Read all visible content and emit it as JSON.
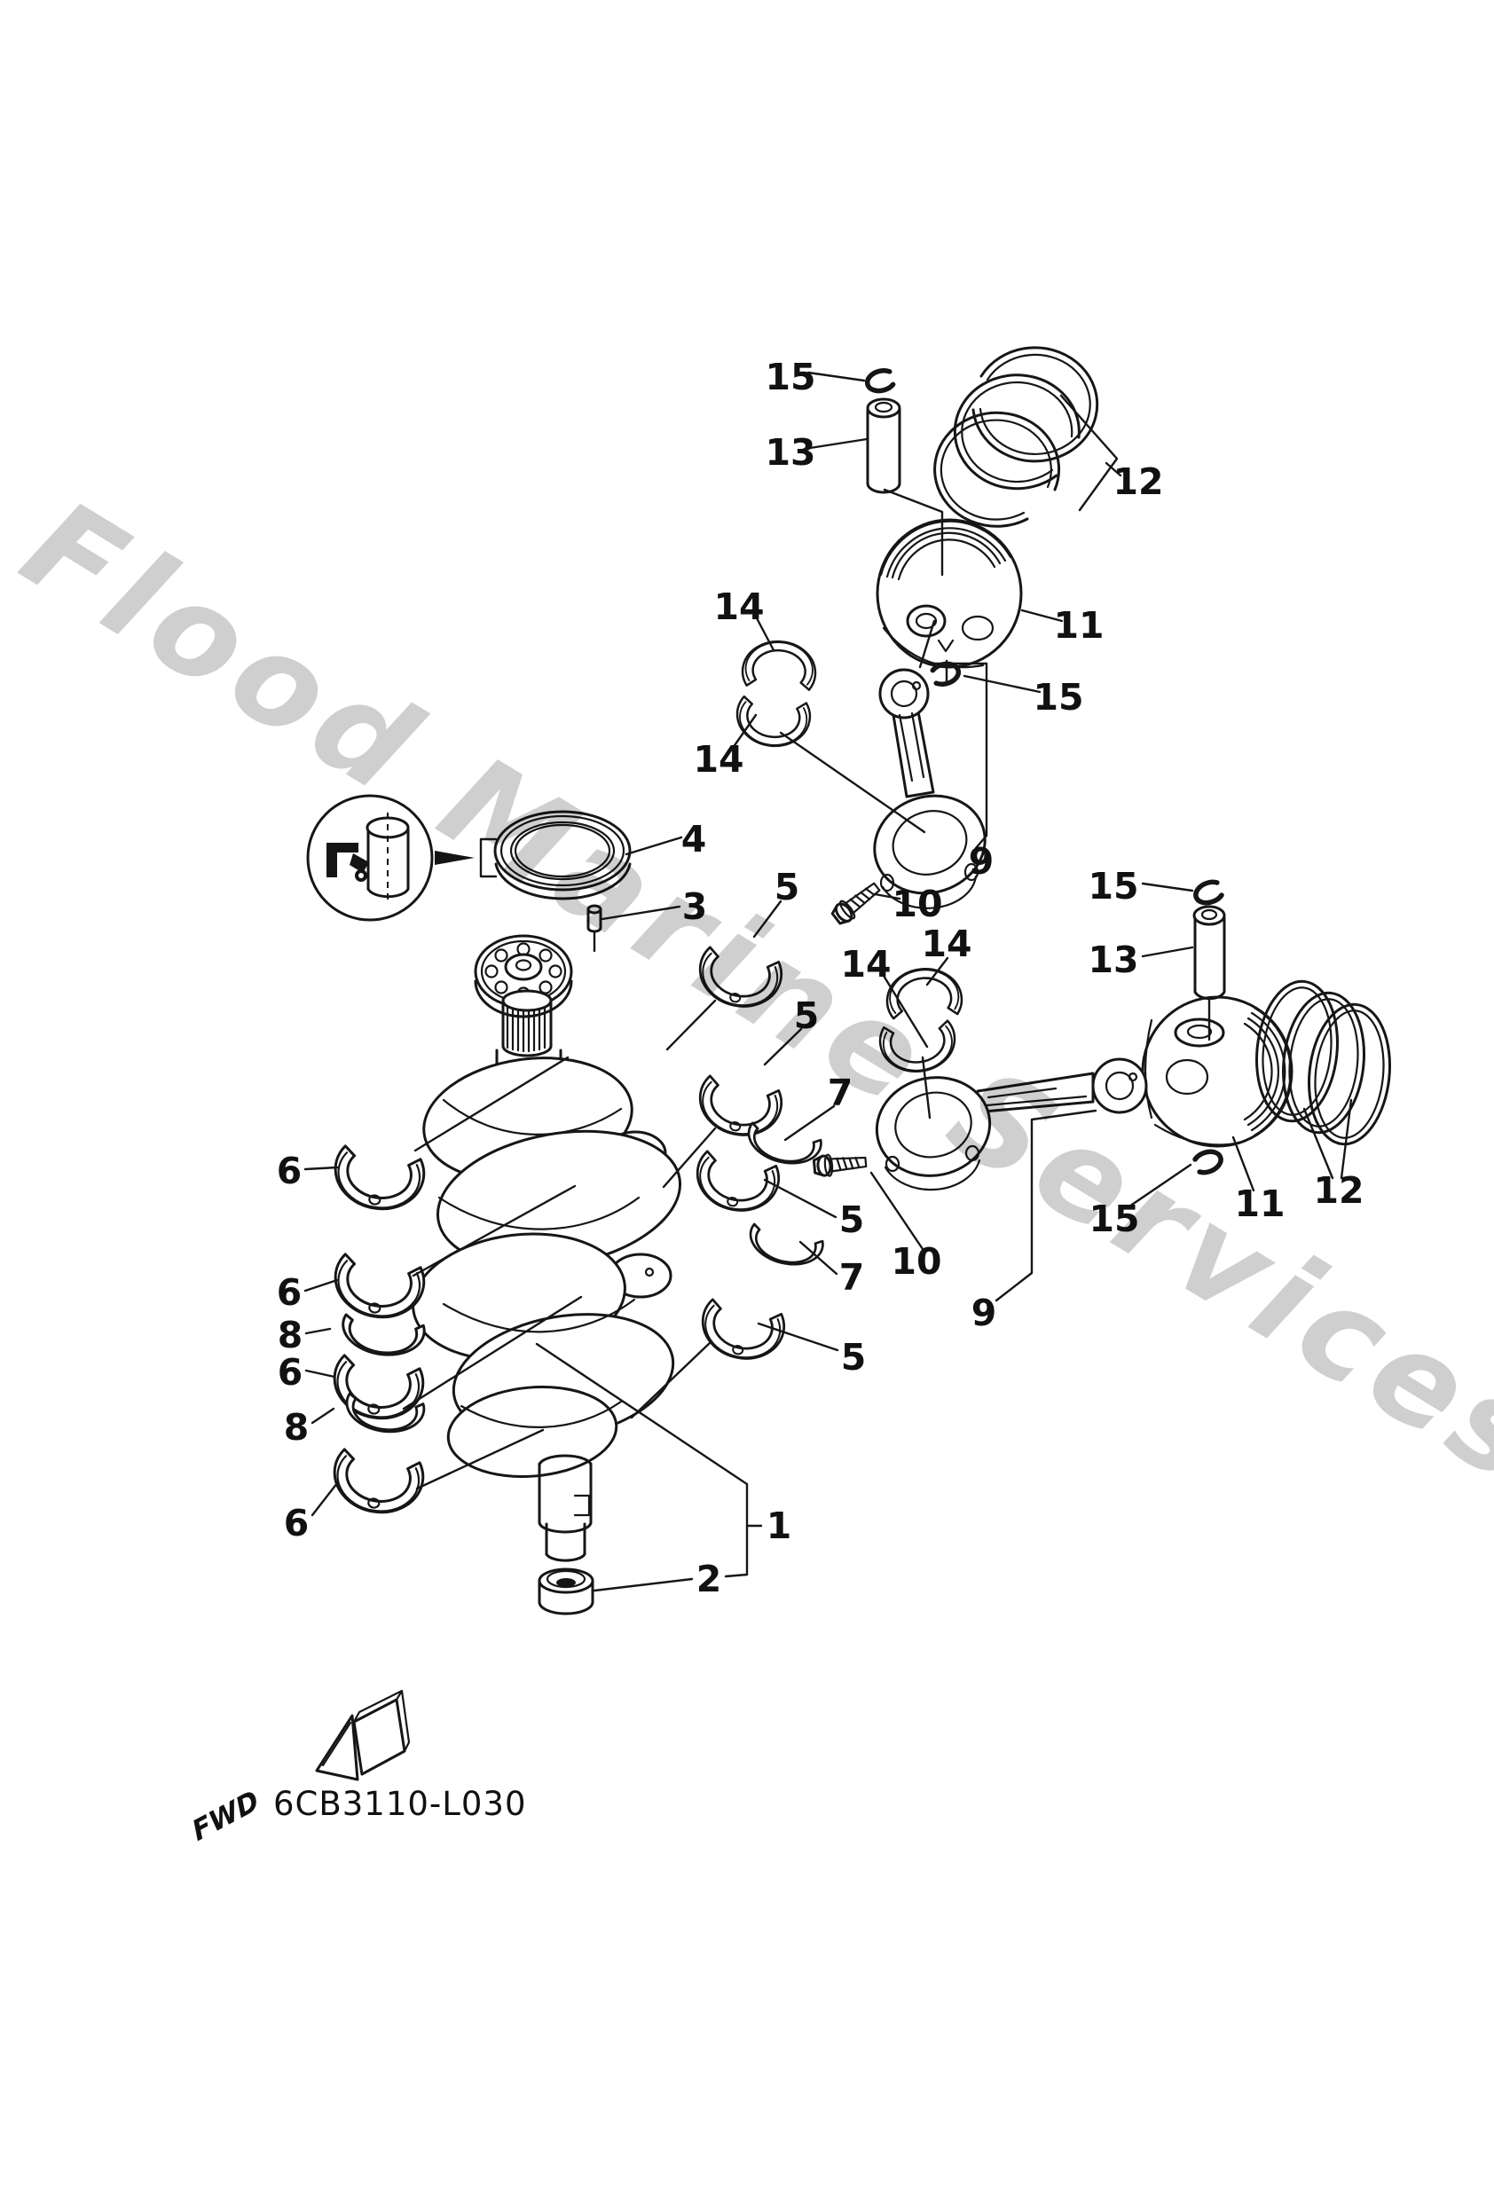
{
  "diagram": {
    "type": "exploded-parts-diagram",
    "subject": "outboard crankshaft and piston assembly",
    "part_code": "6CB3110-L030",
    "fwd_label": "FWD",
    "watermark": "Flood Marine Services",
    "colors": {
      "background": "#ffffff",
      "line": "#161616",
      "watermark": "#c7c7c7"
    },
    "callouts": [
      {
        "label": "15",
        "part": "piston-pin-clip-top-cyl1"
      },
      {
        "label": "13",
        "part": "piston-pin-cyl1"
      },
      {
        "label": "12",
        "part": "piston-ring-set-cyl1"
      },
      {
        "label": "11",
        "part": "piston-cyl1"
      },
      {
        "label": "15",
        "part": "piston-pin-clip-bottom-cyl1"
      },
      {
        "label": "14",
        "part": "rod-bearing-upper-cyl1"
      },
      {
        "label": "14",
        "part": "rod-bearing-lower-cyl1"
      },
      {
        "label": "9",
        "part": "connecting-rod-cyl1"
      },
      {
        "label": "10",
        "part": "rod-bolt-cyl1"
      },
      {
        "label": "4",
        "part": "oil-seal"
      },
      {
        "label": "3",
        "part": "dowel-pin"
      },
      {
        "label": "5",
        "part": "main-bearing-upper-1"
      },
      {
        "label": "5",
        "part": "main-bearing-upper-2"
      },
      {
        "label": "7",
        "part": "thrust-plate-1"
      },
      {
        "label": "5",
        "part": "main-bearing-upper-3"
      },
      {
        "label": "7",
        "part": "thrust-plate-2"
      },
      {
        "label": "5",
        "part": "main-bearing-upper-4"
      },
      {
        "label": "14",
        "part": "rod-bearing-upper-cyl2"
      },
      {
        "label": "14",
        "part": "rod-bearing-lower-cyl2"
      },
      {
        "label": "15",
        "part": "piston-pin-clip-top-cyl2"
      },
      {
        "label": "13",
        "part": "piston-pin-cyl2"
      },
      {
        "label": "12",
        "part": "piston-ring-set-cyl2"
      },
      {
        "label": "11",
        "part": "piston-cyl2"
      },
      {
        "label": "15",
        "part": "piston-pin-clip-bottom-cyl2"
      },
      {
        "label": "10",
        "part": "rod-bolt-cyl2"
      },
      {
        "label": "9",
        "part": "connecting-rod-cyl2"
      },
      {
        "label": "6",
        "part": "main-bearing-lower-1"
      },
      {
        "label": "6",
        "part": "main-bearing-lower-2"
      },
      {
        "label": "8",
        "part": "thrust-washer-1"
      },
      {
        "label": "6",
        "part": "main-bearing-lower-3"
      },
      {
        "label": "8",
        "part": "thrust-washer-2"
      },
      {
        "label": "6",
        "part": "main-bearing-lower-4"
      },
      {
        "label": "1",
        "part": "crankshaft"
      },
      {
        "label": "2",
        "part": "washer"
      }
    ]
  }
}
